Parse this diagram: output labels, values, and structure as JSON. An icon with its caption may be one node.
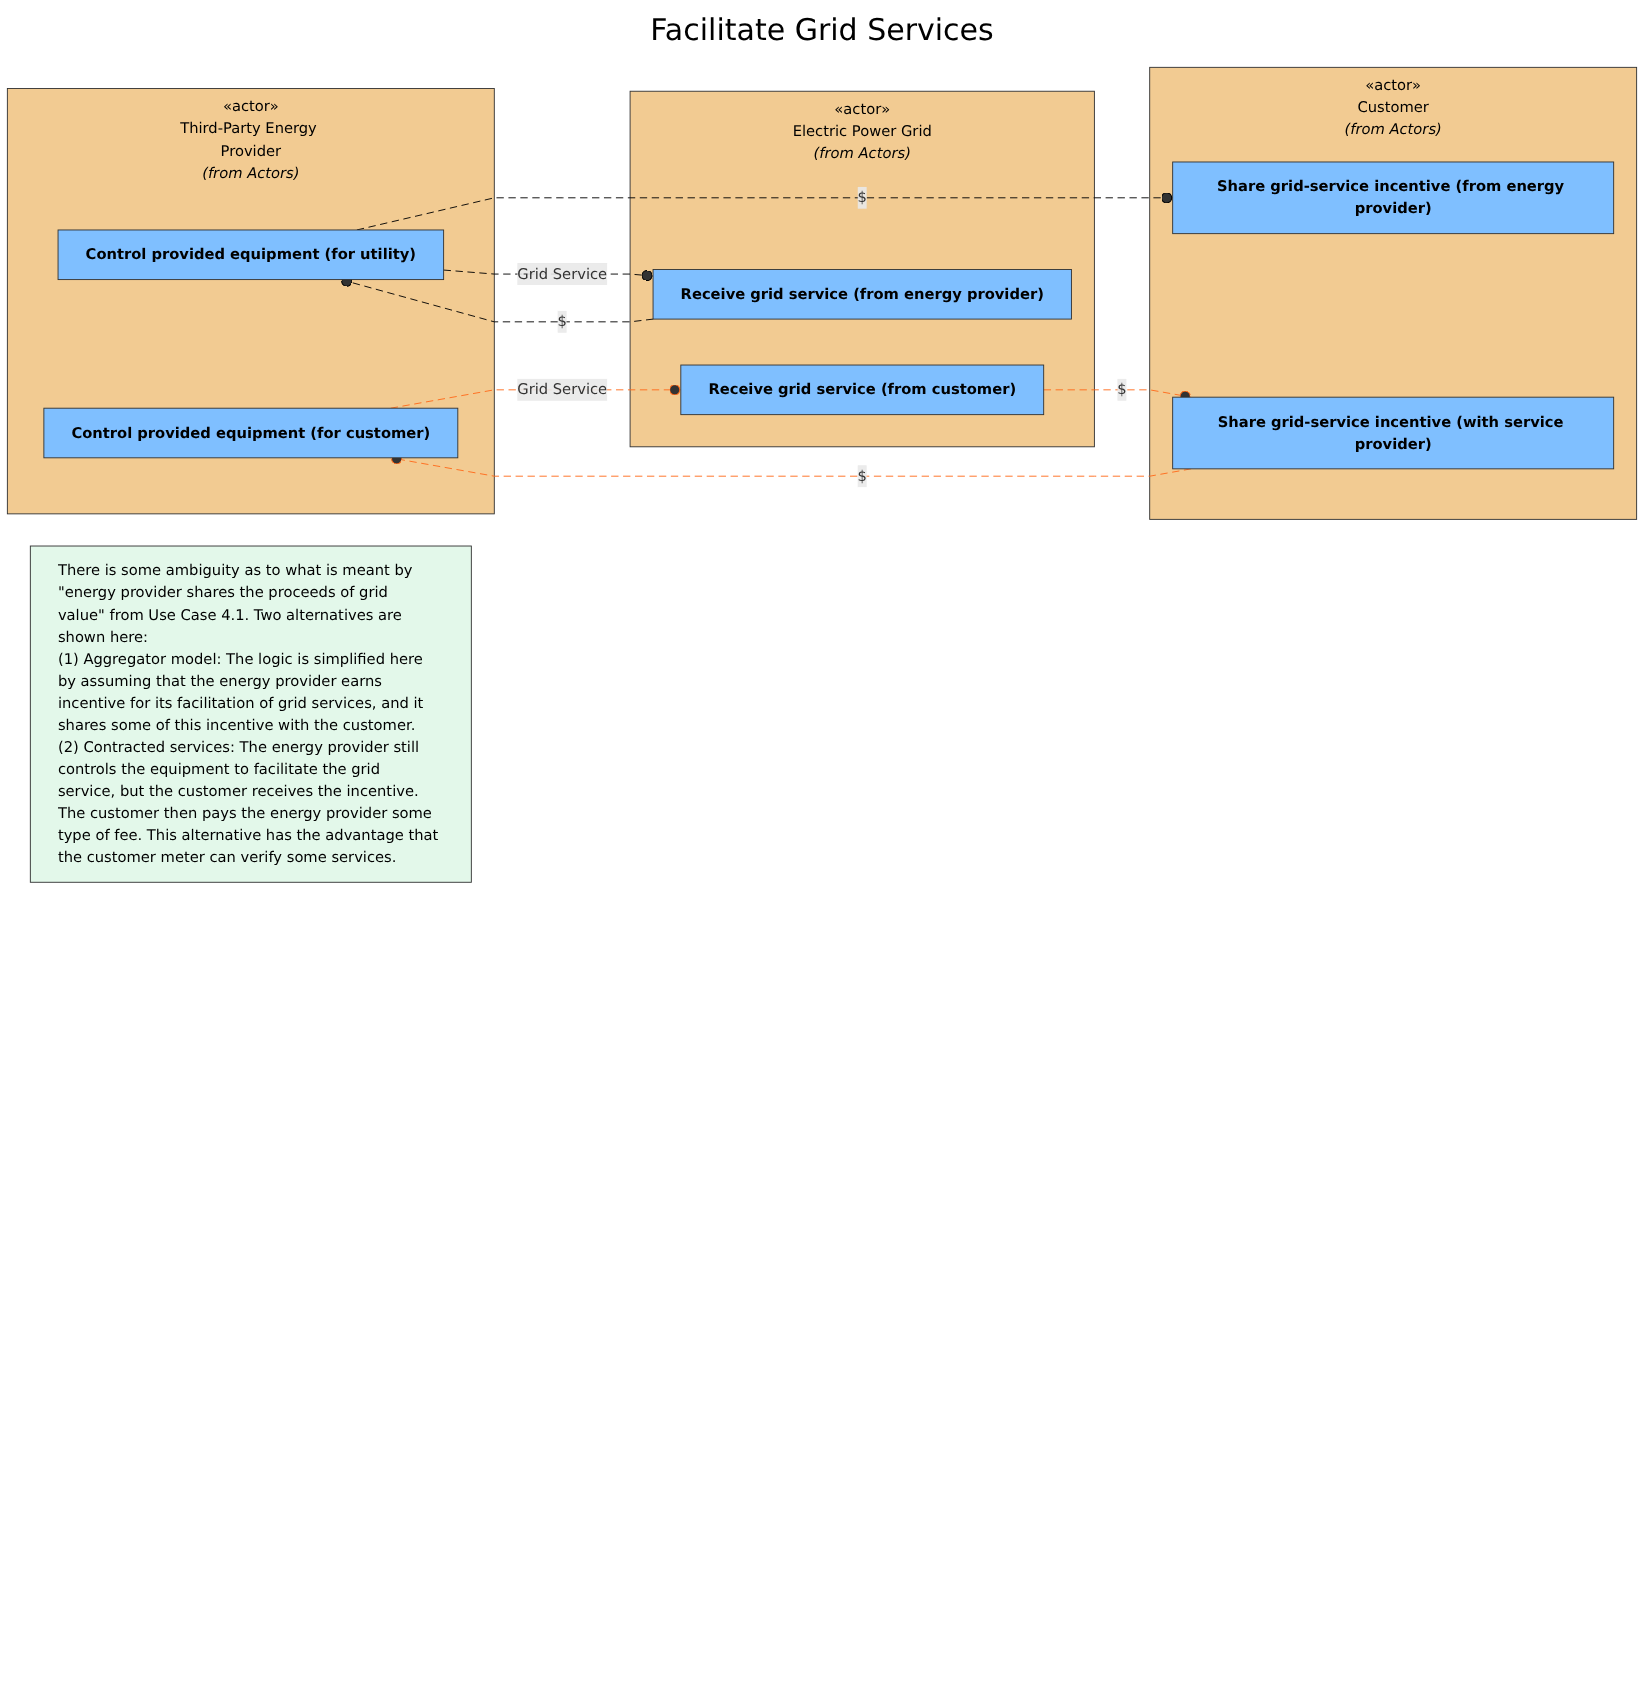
{
  "diagram": {
    "title": "Facilitate Grid Services",
    "nodes": [
      {
        "text": [
          "«actor»",
          "Third-Party Energy Provider"
        ],
        "beside": [
          "(from Actors)"
        ]
      },
      {
        "text": [
          "Control provided equipment (for utility)"
        ],
        "in": 0
      },
      {
        "text": [
          "Control provided equipment (for customer)"
        ],
        "in": 0
      },
      {
        "text": [
          "«actor»",
          "Electric Power Grid"
        ],
        "beside": [
          "(from Actors)"
        ]
      },
      {
        "text": [
          "Receive grid service (from energy provider)"
        ],
        "in": 3
      },
      {
        "text": [
          "Receive grid service (from customer)"
        ],
        "in": 3
      },
      {
        "text": [
          "«actor»",
          "Customer"
        ],
        "beside": [
          "(from Actors)"
        ]
      },
      {
        "text": [
          "Share grid-service incentive (with service provider)"
        ],
        "in": 6
      },
      {
        "text": [
          "Share grid-service incentive (from energy provider)"
        ],
        "in": 6
      },
      {
        "text": [
          "There is some ambiguity as to what is meant by \"energy provider shares the proceeds of grid value\" from Use Case 4.1. Two alternatives are shown here:",
          "(1) Aggregator model: The logic is simplified here by assuming that the energy provider earns incentive for its facilitation of grid services, and it shares some of this incentive with the customer.",
          "(2) Contracted services: The energy provider still controls the equipment to facilitate the grid service, but the customer receives the incentive. The customer then pays the energy provider some type of fee. This alternative has the advantage that the customer meter can verify some services."
        ]
      }
    ],
    "edges": [
      {
        "from": 1,
        "to": 4,
        "arrow": "other",
        "label": "Grid Service",
        "style": "dashed"
      },
      {
        "from": 4,
        "to": 1,
        "arrow": "other",
        "label": "$",
        "style": "dashed"
      },
      {
        "from": 1,
        "to": 8,
        "arrow": "other",
        "label": "$",
        "style": "dashed"
      },
      {
        "from": 2,
        "to": 5,
        "arrow": "other",
        "label": "Grid Service",
        "style": "dashed",
        "color": "#ff6a1a"
      },
      {
        "from": 5,
        "to": 7,
        "arrow": "other",
        "label": "$",
        "style": "dashed",
        "color": "#ff6a1a"
      },
      {
        "from": 7,
        "to": 2,
        "arrow": "other",
        "label": "$",
        "style": "dashed",
        "color": "#ff6a1a"
      }
    ]
  }
}
